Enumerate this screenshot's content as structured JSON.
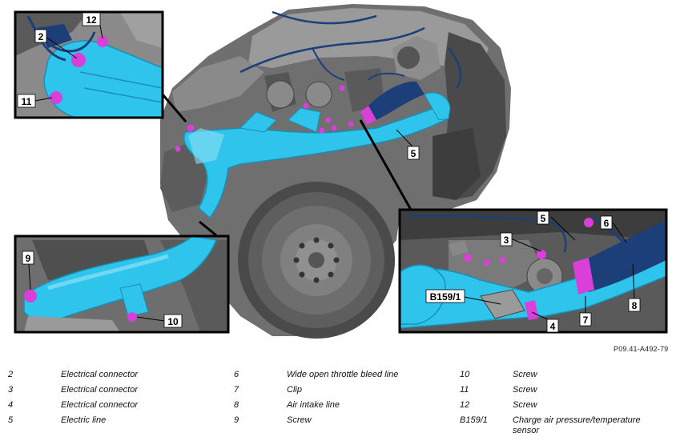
{
  "figure_ref": "P09.41-A492-79",
  "callouts": {
    "c2": "2",
    "c3": "3",
    "c4": "4",
    "c5a": "5",
    "c5b": "5",
    "c6": "6",
    "c7": "7",
    "c8": "8",
    "c9": "9",
    "c10": "10",
    "c11": "11",
    "c12": "12",
    "cB159": "B159/1"
  },
  "legend": [
    {
      "num": "2",
      "label": "Electrical connector"
    },
    {
      "num": "3",
      "label": "Electrical connector"
    },
    {
      "num": "4",
      "label": "Electrical connector"
    },
    {
      "num": "5",
      "label": "Electric line"
    },
    {
      "num": "6",
      "label": "Wide open throttle bleed line"
    },
    {
      "num": "7",
      "label": "Clip"
    },
    {
      "num": "8",
      "label": "Air intake line"
    },
    {
      "num": "9",
      "label": "Screw"
    },
    {
      "num": "10",
      "label": "Screw"
    },
    {
      "num": "11",
      "label": "Screw"
    },
    {
      "num": "12",
      "label": "Screw"
    },
    {
      "num": "B159/1",
      "label": "Charge air pressure/temperature sensor"
    }
  ],
  "colors": {
    "intake": "#2fc4ec",
    "intake_dark": "#1b8fb5",
    "hose": "#1c3f7a",
    "marker": "#d93fd9",
    "engine": "#6f6f6f",
    "engine_dark": "#3d3d3d",
    "engine_light": "#9a9a9a"
  }
}
